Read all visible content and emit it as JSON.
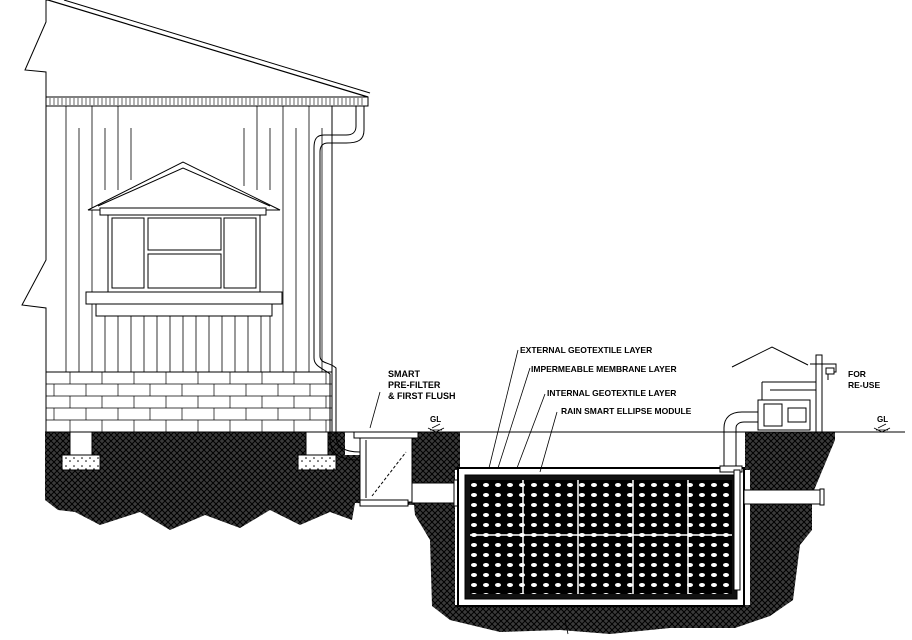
{
  "labels": {
    "smart_prefilter": [
      "SMART",
      "PRE-FILTER",
      "& FIRST FLUSH"
    ],
    "external_geotextile": "EXTERNAL GEOTEXTILE LAYER",
    "impermeable_membrane": "IMPERMEABLE MEMBRANE LAYER",
    "internal_geotextile": "INTERNAL GEOTEXTILE LAYER",
    "module": "RAIN SMART ELLIPSE MODULE",
    "for_reuse": [
      "FOR",
      "RE-USE"
    ],
    "gl_left": "GL",
    "gl_right": "GL"
  },
  "colors": {
    "line": "#000000",
    "background": "#ffffff"
  },
  "icons": [
    "ground-level-marker-icon",
    "tap-icon",
    "pump-icon"
  ]
}
